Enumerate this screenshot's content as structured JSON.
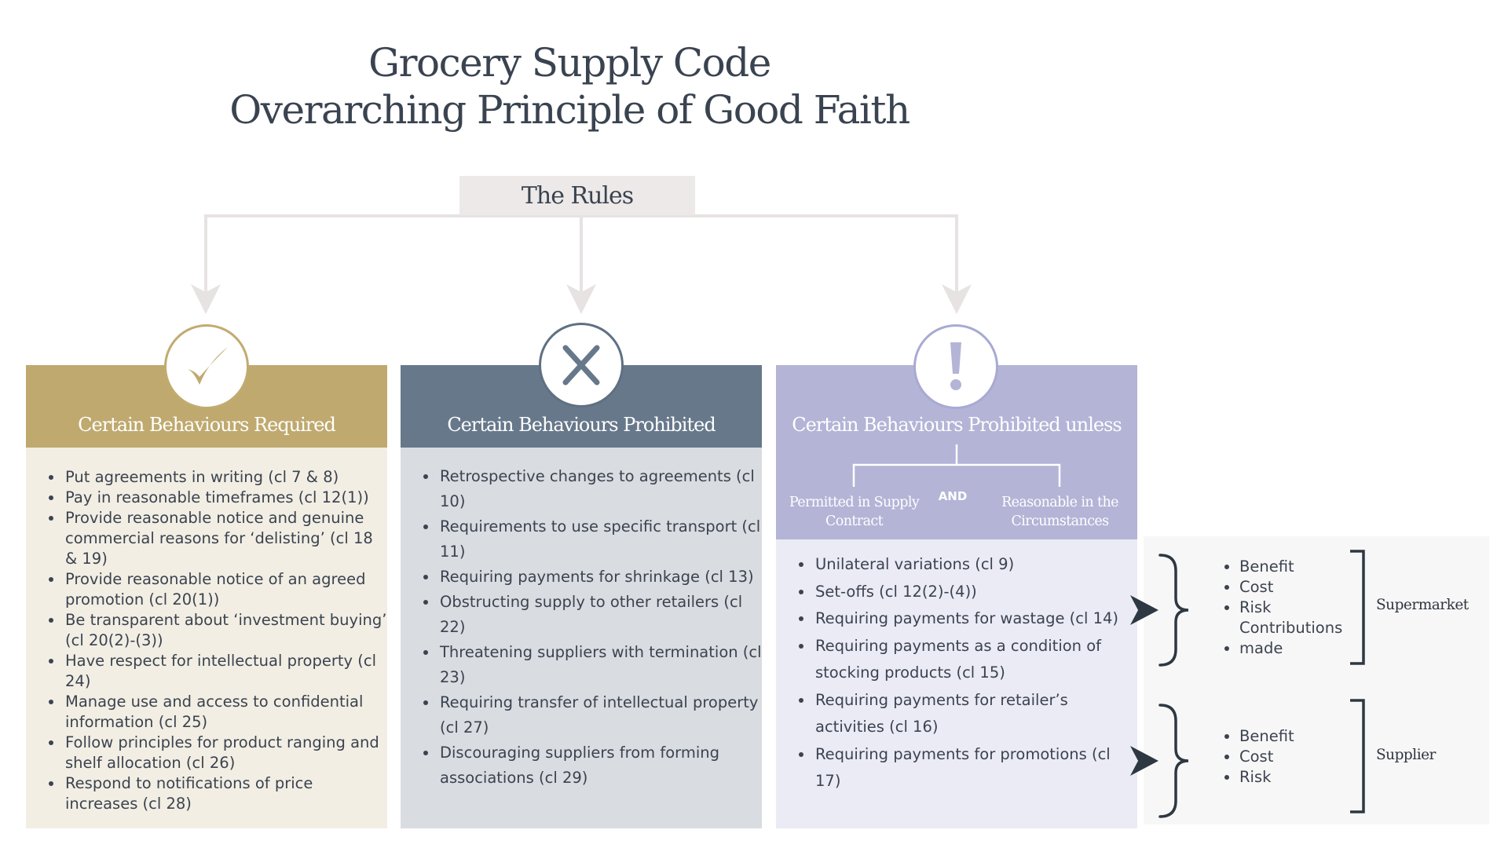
{
  "title": {
    "line1": "Grocery Supply Code",
    "line2": "Overarching Principle of Good Faith"
  },
  "rules_label": "The Rules",
  "columns": [
    {
      "id": "required",
      "icon": "check-icon",
      "title": "Certain Behaviours Required",
      "header_color": "#bfa96e",
      "body_color": "#f2eee3",
      "items": [
        "Put agreements in writing (cl 7 & 8)",
        "Pay in reasonable timeframes (cl 12(1))",
        "Provide reasonable notice and genuine commercial reasons for ‘delisting’ (cl 18 & 19)",
        "Provide reasonable notice of an agreed promotion (cl 20(1))",
        "Be transparent about ‘investment buying’ (cl 20(2)-(3))",
        "Have respect for intellectual property (cl 24)",
        "Manage use and access to confidential information (cl 25)",
        "Follow principles for product ranging and shelf allocation (cl 26)",
        "Respond to notifications of price increases (cl 28)"
      ]
    },
    {
      "id": "prohibited",
      "icon": "x-icon",
      "title": "Certain Behaviours Prohibited",
      "header_color": "#67788b",
      "body_color": "#d9dce0",
      "items": [
        "Retrospective changes to agreements (cl 10)",
        "Requirements to use specific transport (cl 11)",
        "Requiring payments for shrinkage (cl 13)",
        "Obstructing supply to other retailers (cl 22)",
        "Threatening suppliers with termination (cl 23)",
        "Requiring transfer of intellectual property (cl 27)",
        "Discouraging suppliers from forming associations (cl 29)"
      ]
    },
    {
      "id": "prohibited-unless",
      "icon": "exclamation-icon",
      "title": "Certain Behaviours Prohibited unless",
      "header_color": "#b3b4d6",
      "body_color": "#ebebf5",
      "condition_left": "Permitted in Supply Contract",
      "condition_and": "AND",
      "condition_right": "Reasonable in the Circumstances",
      "items": [
        "Unilateral variations (cl 9)",
        "Set-offs (cl 12(2)-(4))",
        "Requiring payments for wastage (cl 14)",
        "Requiring payments as a condition of stocking products (cl 15)",
        "Requiring payments for retailer’s activities (cl 16)",
        "Requiring payments for promotions (cl 17)"
      ]
    }
  ],
  "assessment": [
    {
      "items": [
        "Benefit",
        "Cost",
        "Risk",
        "Contributions made"
      ],
      "label": "Supermarket"
    },
    {
      "items": [
        "Benefit",
        "Cost",
        "Risk"
      ],
      "label": "Supplier"
    }
  ]
}
